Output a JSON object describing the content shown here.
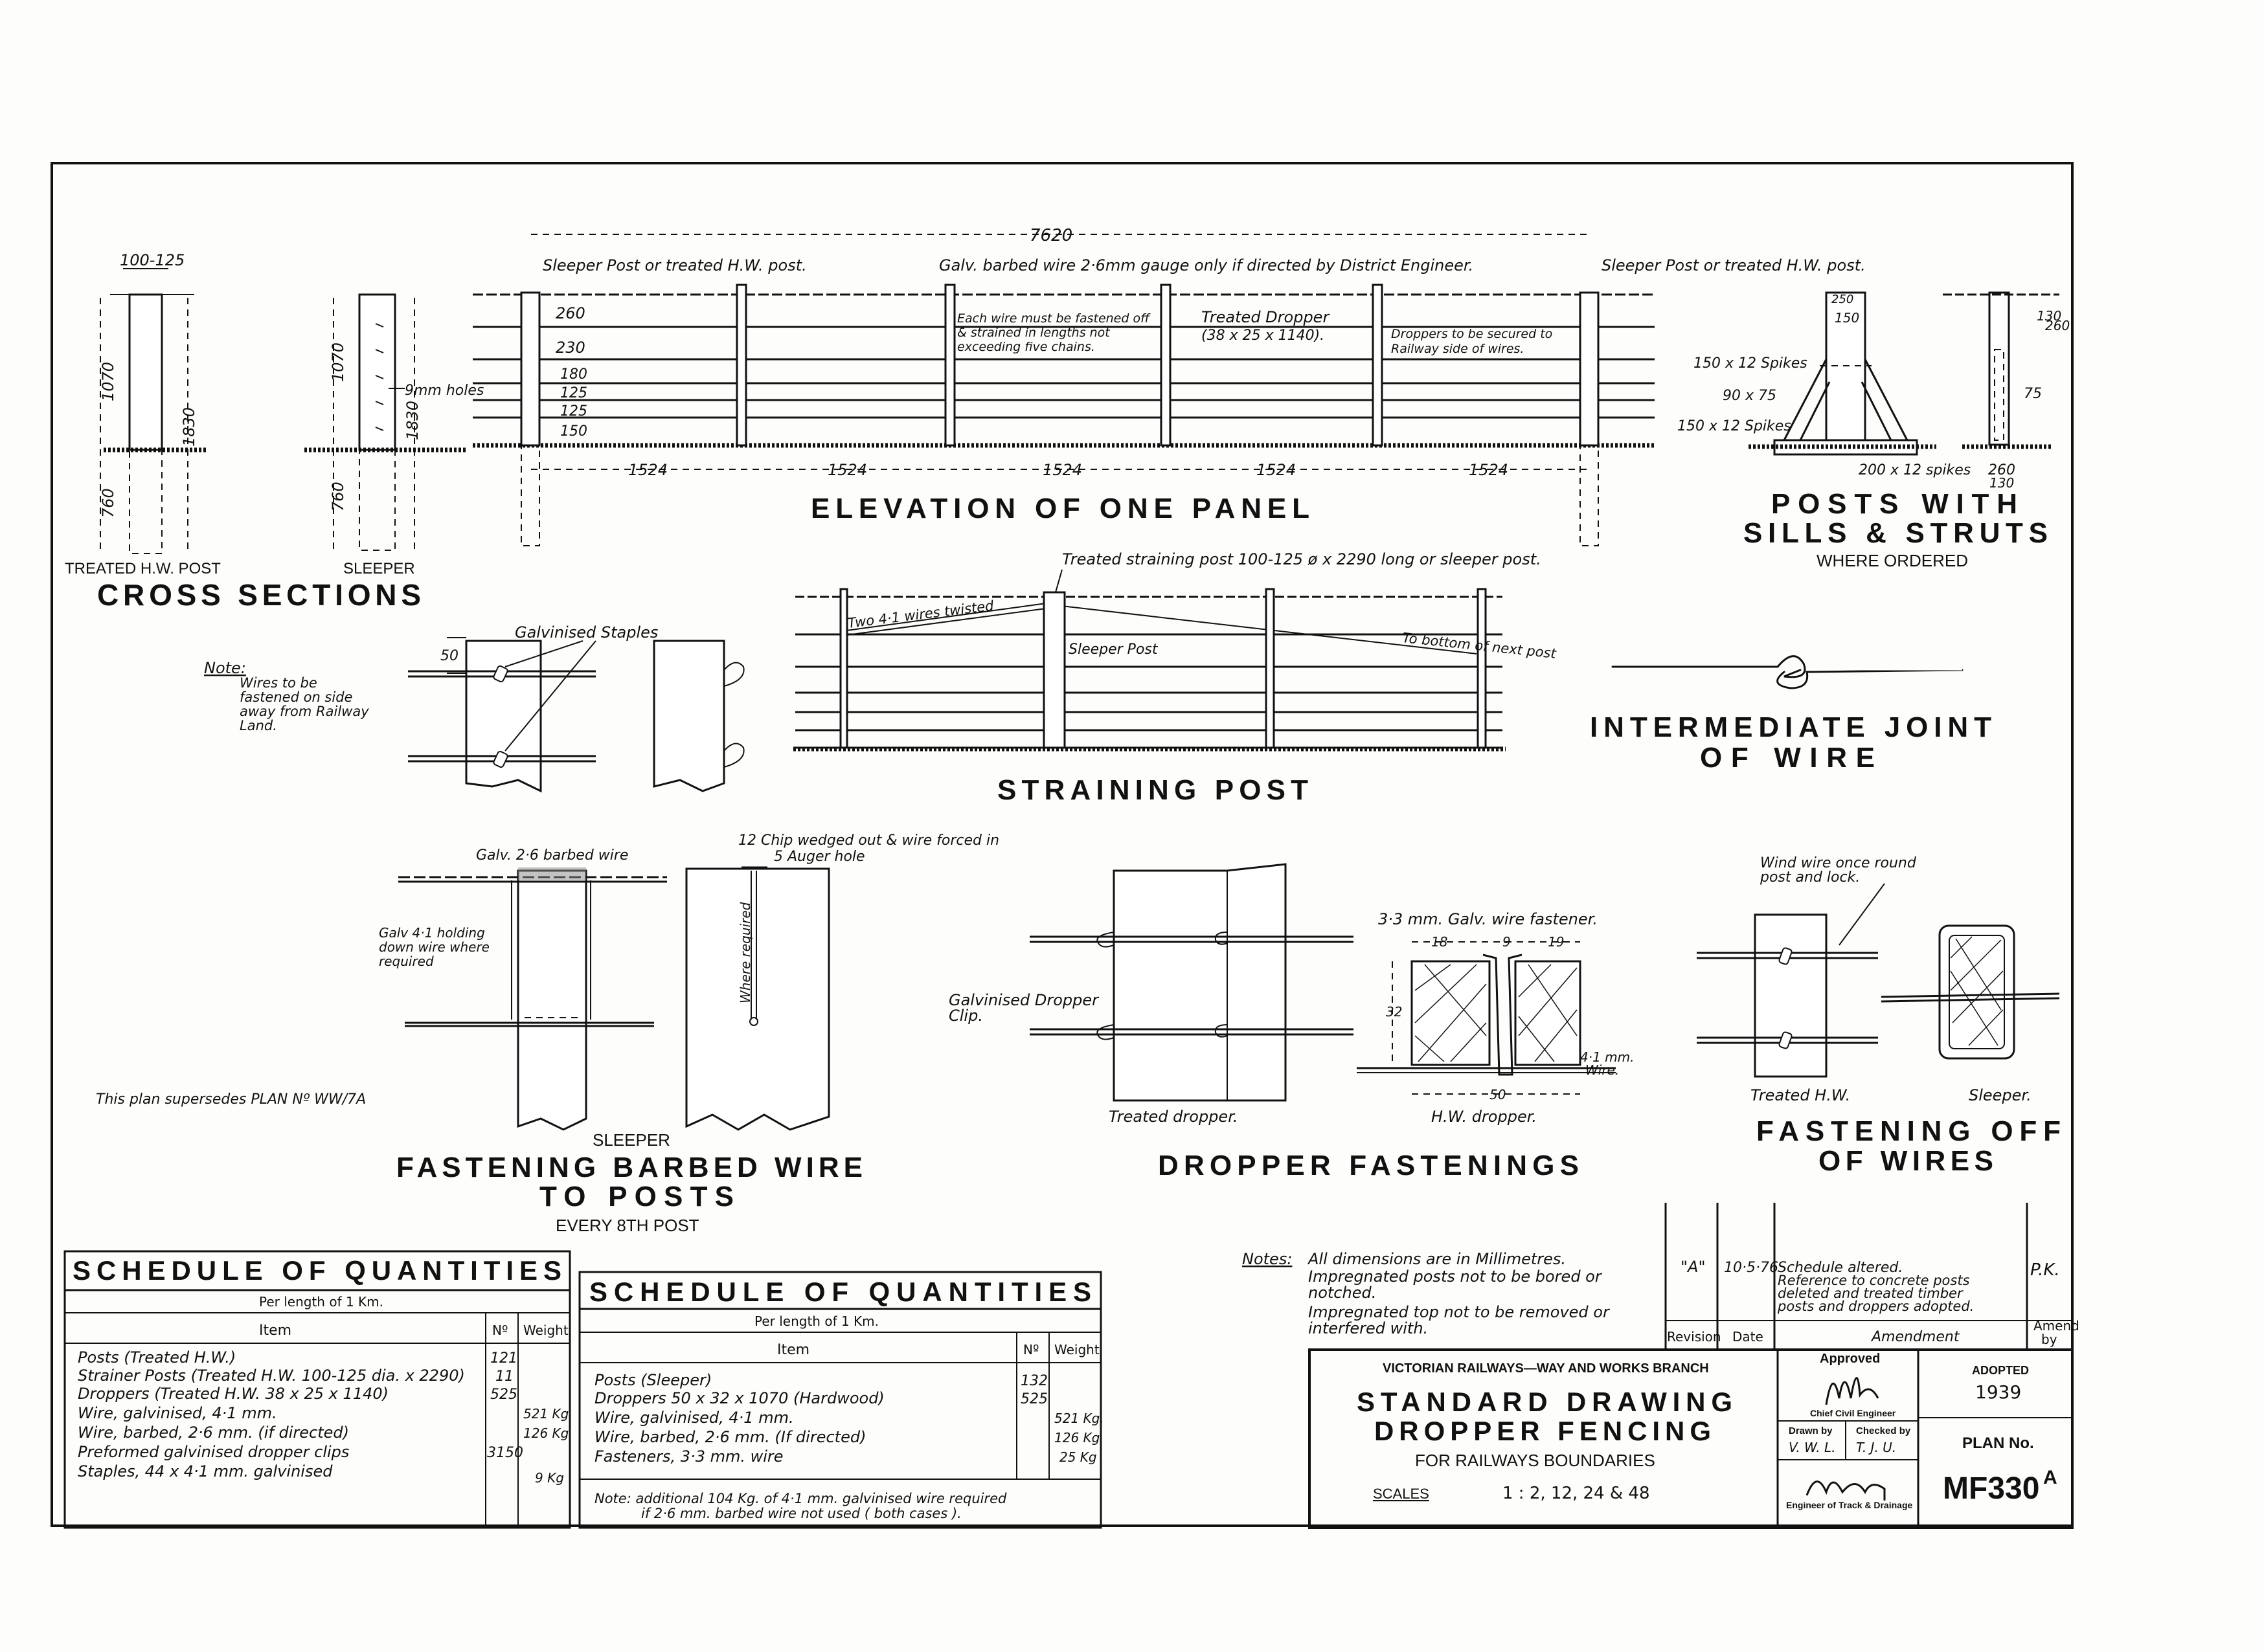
{
  "cross_sections": {
    "title": "CROSS SECTIONS",
    "treated_label": "TREATED H.W. POST",
    "sleeper_label": "SLEEPER",
    "width_dim": "100-125",
    "above_dim": "1070",
    "below_dim": "760",
    "total_dim": "1830",
    "holes_label": "9mm holes"
  },
  "elevation": {
    "title": "ELEVATION OF ONE PANEL",
    "overall_dim": "7620",
    "bay_dims": [
      "1524",
      "1524",
      "1524",
      "1524",
      "1524"
    ],
    "wire_spacings": [
      "260",
      "230",
      "180",
      "125",
      "125",
      "150"
    ],
    "left_post_note": "Sleeper Post or treated H.W. post.",
    "right_post_note": "Sleeper Post or treated H.W. post.",
    "barbed_note": "Galv. barbed wire 2·6mm gauge only if directed by District Engineer.",
    "wire_note_1": "Each wire must be fastened off",
    "wire_note_2": "& strained in lengths not",
    "wire_note_3": "exceeding five chains.",
    "dropper_note_1": "Treated Dropper",
    "dropper_note_2": "(38 x 25 x 1140).",
    "secure_note_1": "Droppers to be secured to",
    "secure_note_2": "Railway side of wires."
  },
  "sills": {
    "title_1": "POSTS  WITH",
    "title_2": "SILLS & STRUTS",
    "subtitle": "WHERE  ORDERED",
    "spikes_top": "150 x 12 Spikes",
    "brace": "90 x 75",
    "spikes_bottom": "150 x 12 Spikes",
    "base_spikes": "200 x 12 spikes",
    "dim_250": "250",
    "dim_150": "150",
    "dim_130a": "130",
    "dim_260a": "260",
    "dim_75": "75",
    "dim_260b": "260",
    "dim_130b": "130"
  },
  "staples": {
    "note_heading": "Note:",
    "note_1": "Wires to be",
    "note_2": "fastened on side",
    "note_3": "away from Railway",
    "note_4": "Land.",
    "label": "Galvinised Staples",
    "dim": "50"
  },
  "straining": {
    "title": "STRAINING POST",
    "top_note": "Treated straining post 100-125 ø x 2290 long or sleeper post.",
    "twist_note": "Two 4·1 wires twisted",
    "sleeper_note": "Sleeper Post",
    "bottom_note": "To bottom of  next post"
  },
  "joint": {
    "title_1": "INTERMEDIATE  JOINT",
    "title_2": "OF  WIRE"
  },
  "barbed": {
    "title_1": "FASTENING  BARBED  WIRE",
    "title_2": "TO  POSTS",
    "subtitle": "EVERY 8TH POST",
    "sleeper": "SLEEPER",
    "galv_barbed": "Galv. 2·6  barbed wire",
    "holding_1": "Galv 4·1 holding",
    "holding_2": "down wire where",
    "holding_3": "required",
    "chip_1": "12 Chip wedged out & wire forced in",
    "chip_2": "5 Auger hole",
    "where_required": "Where required",
    "supersedes": "This plan supersedes PLAN Nº WW/7A"
  },
  "dropper": {
    "title": "DROPPER  FASTENINGS",
    "clip_1": "Galvinised Dropper",
    "clip_2": "Clip.",
    "treated": "Treated dropper.",
    "fastener": "3·3 mm. Galv. wire fastener.",
    "d18a": "18",
    "d9": "9",
    "d19": "19",
    "d32": "32",
    "d50": "50",
    "wire_1": "4·1 mm.",
    "wire_2": "Wire.",
    "hw": "H.W. dropper."
  },
  "fasten_off": {
    "title_1": "FASTENING  OFF",
    "title_2": "OF  WIRES",
    "wind_1": "Wind wire once round",
    "wind_2": "post and lock.",
    "treated": "Treated H.W.",
    "sleeper": "Sleeper."
  },
  "schedule_a": {
    "title": "SCHEDULE  OF  QUANTITIES",
    "sub": "Per length of 1 Km.",
    "headers": [
      "Item",
      "Nº",
      "Weight"
    ],
    "rows": [
      {
        "item": "Posts (Treated H.W.)",
        "no": "121",
        "weight": ""
      },
      {
        "item": "Strainer Posts (Treated H.W. 100-125 dia. x 2290)",
        "no": "11",
        "weight": ""
      },
      {
        "item": "Droppers (Treated H.W. 38 x 25 x 1140)",
        "no": "525",
        "weight": ""
      },
      {
        "item": "Wire, galvinised, 4·1 mm.",
        "no": "",
        "weight": "521 Kg"
      },
      {
        "item": "Wire, barbed, 2·6 mm. (if directed)",
        "no": "",
        "weight": "126 Kg"
      },
      {
        "item": "Preformed galvinised dropper clips",
        "no": "3150",
        "weight": ""
      },
      {
        "item": "Staples, 44 x 4·1 mm. galvinised",
        "no": "",
        "weight": "9 Kg"
      }
    ]
  },
  "schedule_b": {
    "title": "SCHEDULE  OF  QUANTITIES",
    "sub": "Per length of 1 Km.",
    "headers": [
      "Item",
      "Nº",
      "Weight"
    ],
    "rows": [
      {
        "item": "Posts (Sleeper)",
        "no": "132",
        "weight": ""
      },
      {
        "item": "Droppers 50 x 32 x 1070 (Hardwood)",
        "no": "525",
        "weight": ""
      },
      {
        "item": "Wire, galvinised, 4·1 mm.",
        "no": "",
        "weight": "521 Kg."
      },
      {
        "item": "Wire, barbed, 2·6 mm. (If directed)",
        "no": "",
        "weight": "126 Kg"
      },
      {
        "item": "Fasteners, 3·3 mm. wire",
        "no": "",
        "weight": "25 Kg"
      }
    ],
    "note_1": "Note: additional 104 Kg. of 4·1 mm. galvinised wire required",
    "note_2": "if 2·6 mm. barbed wire not used ( both cases )."
  },
  "notes": {
    "heading": "Notes:",
    "line_1": "All dimensions are in Millimetres.",
    "line_2": "Impregnated posts not to be bored or",
    "line_3": "notched.",
    "line_4": "Impregnated top not to be removed or",
    "line_5": "interfered with."
  },
  "revision": {
    "rev": "\"A\"",
    "date": "10·5·76",
    "amend_1": "Schedule altered.",
    "amend_2": "Reference to concrete posts",
    "amend_3": "deleted and treated timber",
    "amend_4": "posts and droppers adopted.",
    "initials": "P.K.",
    "h_rev": "Revision",
    "h_date": "Date",
    "h_amend": "Amendment",
    "h_by_1": "Amend",
    "h_by_2": "by"
  },
  "title_block": {
    "branch": "VICTORIAN RAILWAYS—WAY AND WORKS BRANCH",
    "title_1": "STANDARD DRAWING",
    "title_2": "DROPPER FENCING",
    "title_3": "FOR RAILWAYS BOUNDARIES",
    "scales_label": "SCALES",
    "scales": "1 : 2,  12,  24 & 48",
    "approved": "Approved",
    "chief": "Chief Civil Engineer",
    "drawn_label": "Drawn by",
    "drawn": "V. W. L.",
    "checked_label": "Checked by",
    "checked": "T. J. U.",
    "engineer": "Engineer of Track & Drainage",
    "adopted_label": "ADOPTED",
    "adopted": "1939",
    "plan_label": "PLAN No.",
    "plan": "MF330",
    "plan_rev": "A"
  }
}
